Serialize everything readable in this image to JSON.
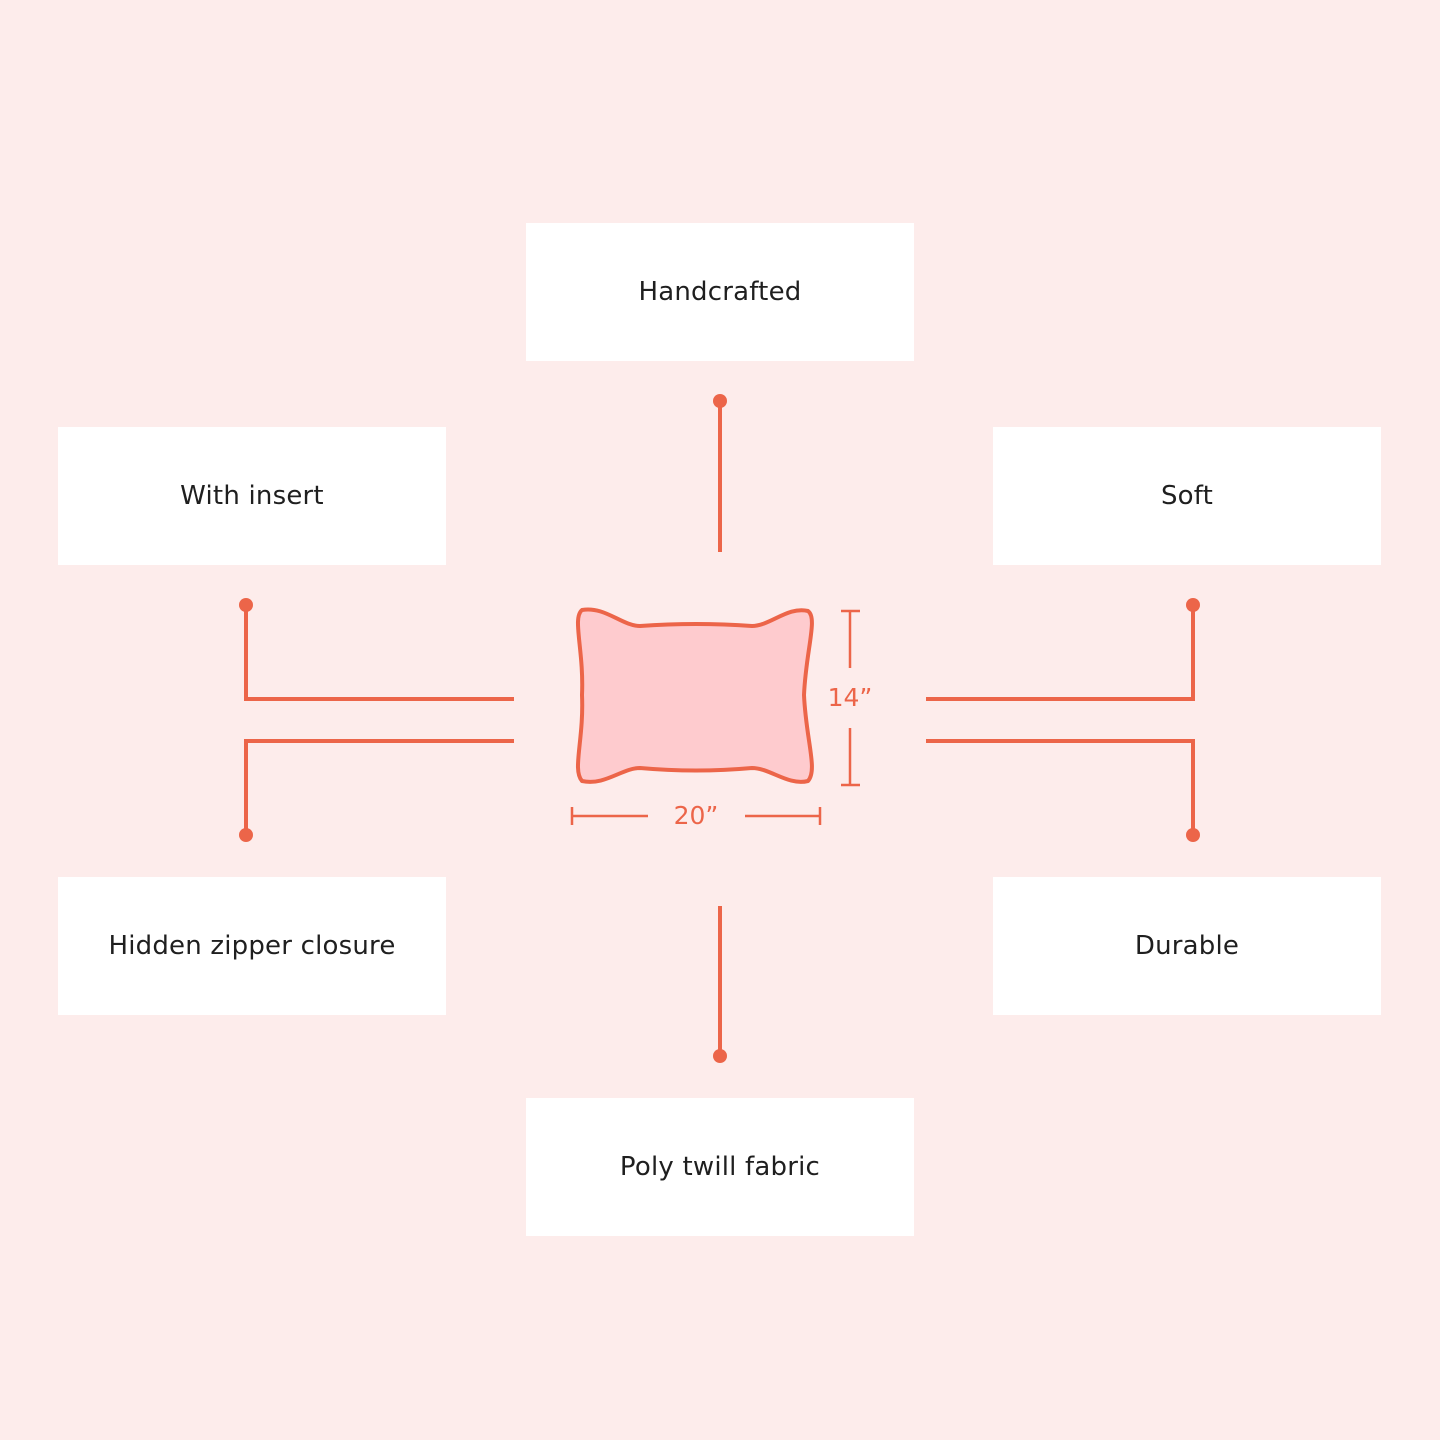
{
  "colors": {
    "background": "#fdeceb",
    "accent": "#ec6549",
    "pillow_fill": "#fecbce",
    "box": "#ffffff",
    "text": "#1f1f1f"
  },
  "features": {
    "top": "Handcrafted",
    "top_left": "With insert",
    "top_right": "Soft",
    "bottom_left": "Hidden zipper closure",
    "bottom_right": "Durable",
    "bottom": "Poly twill fabric"
  },
  "dimensions": {
    "width_label": "20”",
    "height_label": "14”"
  }
}
